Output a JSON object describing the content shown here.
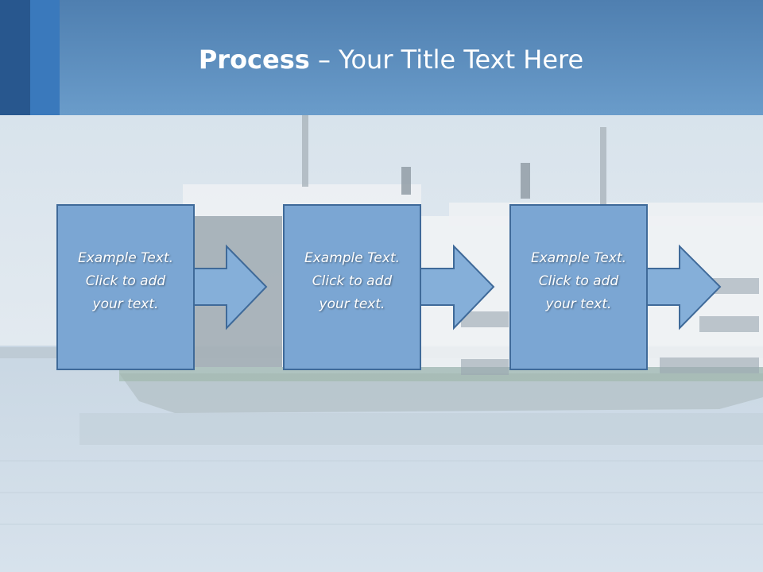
{
  "title": {
    "bold": "Process",
    "rest": " – Your Title Text Here"
  },
  "steps": [
    {
      "line1": "Example Text.",
      "line2": "Click  to add",
      "line3": "your text."
    },
    {
      "line1": "Example Text.",
      "line2": "Click  to add",
      "line3": "your text."
    },
    {
      "line1": "Example Text.",
      "line2": "Click  to add",
      "line3": "your text."
    }
  ],
  "colors": {
    "header": "#5b8ec0",
    "box_fill": "#7ba6d3",
    "box_stroke": "#3f6a99",
    "arrow_fill": "#85afd9"
  }
}
